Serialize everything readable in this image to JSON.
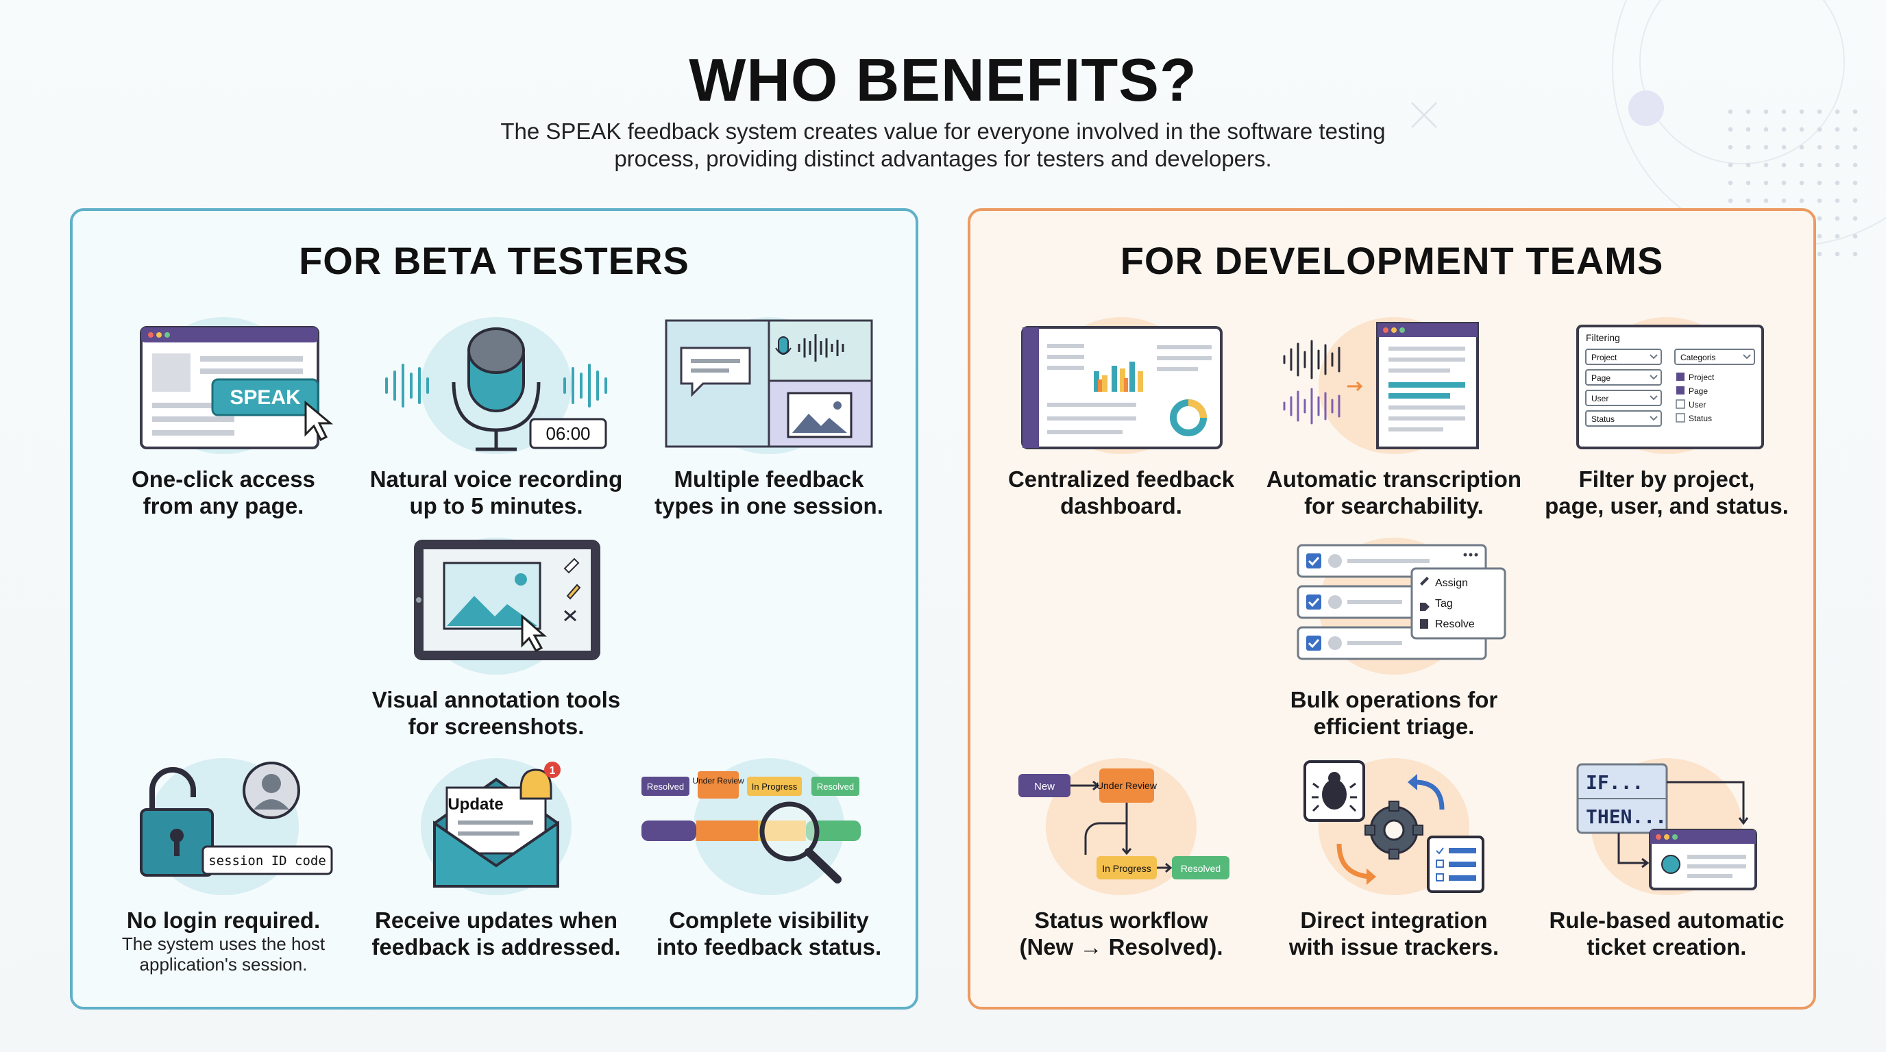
{
  "header": {
    "title": "WHO BENEFITS?",
    "subtitle": "The SPEAK feedback system creates value for everyone involved in the software testing process, providing distinct advantages for testers and developers."
  },
  "beta": {
    "title": "FOR BETA TESTERS",
    "items": [
      {
        "icon": "speak-button-icon",
        "line1": "One-click access",
        "line2": "from any page.",
        "badge": "SPEAK"
      },
      {
        "icon": "microphone-icon",
        "line1": "Natural voice recording",
        "line2": "up to 5 minutes.",
        "timer": "06:00"
      },
      {
        "icon": "feedback-types-icon",
        "line1": "Multiple feedback",
        "line2": "types in one session."
      },
      {
        "icon": "annotation-tablet-icon",
        "line1": "Visual annotation tools",
        "line2": "for screenshots."
      },
      {
        "icon": "unlocked-session-icon",
        "line1": "No login required.",
        "sub1": "The system uses the host",
        "sub2": "application's session.",
        "code": "session ID code"
      },
      {
        "icon": "email-update-icon",
        "line1": "Receive updates when",
        "line2": "feedback is addressed.",
        "label": "Update",
        "bell_count": "1"
      },
      {
        "icon": "status-timeline-icon",
        "line1": "Complete visibility",
        "line2": "into feedback status.",
        "tags": [
          "Resolved",
          "Under Review",
          "In Progress",
          "Resolved"
        ]
      }
    ]
  },
  "dev": {
    "title": "FOR DEVELOPMENT TEAMS",
    "items": [
      {
        "icon": "dashboard-icon",
        "line1": "Centralized feedback",
        "line2": "dashboard."
      },
      {
        "icon": "transcription-icon",
        "line1": "Automatic transcription",
        "line2": "for searchability."
      },
      {
        "icon": "filter-panel-icon",
        "line1": "Filter by project,",
        "line2": "page, user, and status.",
        "filter_title": "Filtering",
        "selects": [
          "Project",
          "Page",
          "User",
          "Status"
        ],
        "category": "Categoris",
        "checks": [
          "Project",
          "Page",
          "User",
          "Status"
        ]
      },
      {
        "icon": "bulk-operations-icon",
        "line1": "Bulk operations for",
        "line2": "efficient triage.",
        "menu": [
          "Assign",
          "Tag",
          "Resolve"
        ]
      },
      {
        "icon": "status-workflow-icon",
        "line1": "Status workflow",
        "line2": "(New → Resolved).",
        "states": [
          "New",
          "Under Review",
          "In Progress",
          "Resolved"
        ]
      },
      {
        "icon": "issue-tracker-icon",
        "line1": "Direct integration",
        "line2": "with issue trackers."
      },
      {
        "icon": "rule-automation-icon",
        "line1": "Rule-based automatic",
        "line2": "ticket creation.",
        "if": "IF...",
        "then": "THEN..."
      }
    ]
  },
  "colors": {
    "teal": "#5fb0c8",
    "orange": "#ec9a62",
    "purple": "#5b4a8c",
    "button_teal": "#3aa6b5"
  }
}
